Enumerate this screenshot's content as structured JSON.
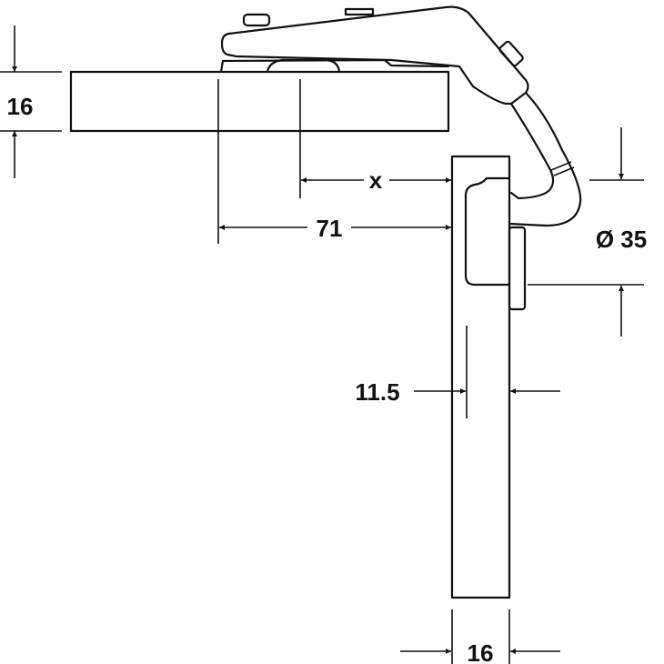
{
  "dimensions": {
    "panel_thickness_left": "16",
    "overlay_x": "x",
    "cup_distance": "71",
    "cup_diameter": "Ø 35",
    "door_offset": "11.5",
    "door_thickness": "16"
  },
  "colors": {
    "line": "#111111",
    "background": "#ffffff"
  }
}
